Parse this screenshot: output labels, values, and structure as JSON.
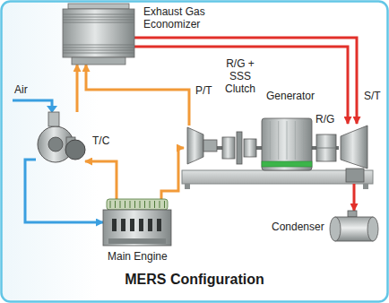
{
  "diagram": {
    "title": "MERS Configuration",
    "nodes": [
      {
        "text": [
          "Exhaust Gas Economizer"
        ]
      },
      {
        "text": [
          "T/C"
        ]
      },
      {
        "text": [
          "P/T"
        ]
      },
      {
        "text": [
          "R/G + SSS Clutch"
        ]
      },
      {
        "text": [
          "Generator"
        ]
      },
      {
        "text": [
          "R/G"
        ]
      },
      {
        "text": [
          "S/T"
        ]
      },
      {
        "text": [
          "Main Engine"
        ]
      },
      {
        "text": [
          "Condenser"
        ]
      }
    ],
    "edges": [
      {
        "from": 1,
        "to": 0,
        "arrow": "to"
      },
      {
        "from": 2,
        "to": 0,
        "arrow": "to"
      },
      {
        "from": 7,
        "to": 1,
        "arrow": "to"
      },
      {
        "from": 7,
        "to": 2,
        "arrow": "to"
      },
      {
        "from": 1,
        "to": 7,
        "arrow": "to"
      },
      {
        "from": 0,
        "to": 6,
        "arrow": "to"
      },
      {
        "from": 0,
        "to": 6,
        "arrow": "to"
      },
      {
        "from": 6,
        "to": 8,
        "arrow": "to"
      },
      {
        "from": 2,
        "to": 3,
        "arrow": "none"
      },
      {
        "from": 3,
        "to": 4,
        "arrow": "none"
      },
      {
        "from": 4,
        "to": 5,
        "arrow": "none"
      },
      {
        "from": 5,
        "to": 6,
        "arrow": "none"
      }
    ],
    "labels": [
      "Air"
    ]
  }
}
